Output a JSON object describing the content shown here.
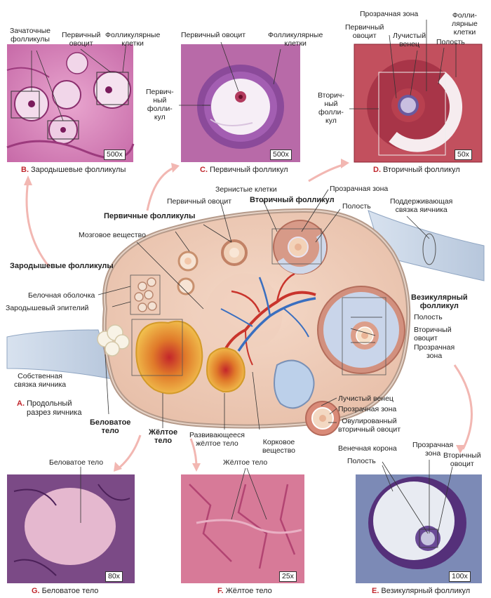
{
  "panels": {
    "B": {
      "letter": "B.",
      "caption": "Зародышевые фолликулы",
      "mag": "500x",
      "labels": [
        "Зачаточные\nфолликулы",
        "Первичный\nовоцит",
        "Фолликулярные\nклетки"
      ]
    },
    "C": {
      "letter": "C.",
      "caption": "Первичный фолликул",
      "mag": "500x",
      "labels": [
        "Первичный овоцит",
        "Фолликулярные\nклетки",
        "Первич-\nный\nфолли-\nкул"
      ]
    },
    "D": {
      "letter": "D.",
      "caption": "Вторичный фолликул",
      "mag": "50x",
      "labels": [
        "Прозрачная зона",
        "Первичный\nовоцит",
        "Лучистый\nвенец",
        "Фолли-\nлярные\nклетки",
        "Полость",
        "Вторич-\nный\nфолли-\nкул"
      ]
    },
    "G": {
      "letter": "G.",
      "caption": "Беловатое тело",
      "mag": "80x",
      "labels": [
        "Беловатое тело"
      ]
    },
    "F": {
      "letter": "F.",
      "caption": "Жёлтое тело",
      "mag": "25x",
      "labels": [
        "Жёлтое тело"
      ]
    },
    "E": {
      "letter": "E.",
      "caption": "Везикулярный фолликул",
      "mag": "100x",
      "labels": [
        "Венечная корона",
        "Прозрачная\nзона",
        "Вторичный\nовоцит",
        "Полость"
      ]
    }
  },
  "main": {
    "caption_letter": "A.",
    "caption": "Продольный\nразрез яичника",
    "labels": {
      "primordial": "Зародышевые фолликулы",
      "primary": "Первичные фолликулы",
      "medulla": "Мозговое вещество",
      "primary_oocyte": "Первичный овоцит",
      "granulosa": "Зернистые клетки",
      "secondary": "Вторичный фолликул",
      "zona_top": "Прозрачная зона",
      "antrum_top": "Полость",
      "suspensory": "Поддерживающая\nсвязка яичника",
      "albuginea": "Белочная оболочка",
      "germinal_epi": "Зародышевый эпителий",
      "vesicular": "Везикулярный\nфолликул",
      "antrum_mid": "Полость",
      "sec_oocyte": "Вторичный\nовоцит",
      "zona_mid": "Прозрачная\nзона",
      "proper_lig": "Собственная\nсвязка яичника",
      "corona": "Лучистый венец",
      "zona_low": "Прозрачная зона",
      "ovulated": "Овулированный\nвторичный овоцит",
      "albicans": "Беловатое\nтело",
      "luteum": "Жёлтое\nтело",
      "developing": "Развивающееся\nжёлтое тело",
      "cortex": "Корковое\nвещество"
    }
  }
}
